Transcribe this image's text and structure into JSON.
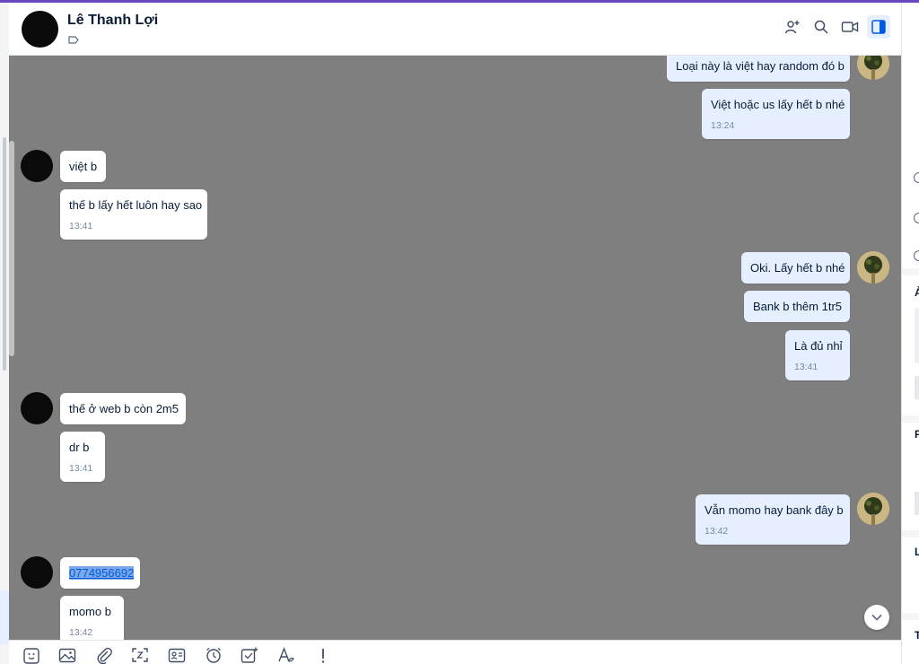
{
  "header": {
    "contact_name": "Lê Thanh Lợi",
    "tools": [
      "add-group-icon",
      "search-icon",
      "video-call-icon",
      "sidebar-toggle-icon"
    ]
  },
  "messages": [
    {
      "side": "mine",
      "text": "Loại này là việt hay random đó b"
    },
    {
      "side": "mine",
      "text": "Việt hoặc us lấy hết b nhé",
      "time": "13:24"
    },
    {
      "side": "theirs",
      "text": "việt b"
    },
    {
      "side": "theirs",
      "text": "thế b lấy hết luôn hay sao",
      "time": "13:41"
    },
    {
      "side": "mine",
      "text": "Oki. Lấy hết b nhé"
    },
    {
      "side": "mine",
      "text": "Bank b thêm 1tr5"
    },
    {
      "side": "mine",
      "text": "Là đủ nhỉ",
      "time": "13:41"
    },
    {
      "side": "theirs",
      "text": "thế ở web b còn 2m5"
    },
    {
      "side": "theirs",
      "text": "dr b",
      "time": "13:41"
    },
    {
      "side": "mine",
      "text": "Vẫn momo hay bank đây b",
      "time": "13:42"
    },
    {
      "side": "theirs",
      "text": "0774956692",
      "link": true
    },
    {
      "side": "theirs",
      "text": "momo b",
      "time": "13:42"
    }
  ],
  "toolbar": [
    "sticker-icon",
    "image-icon",
    "attachment-icon",
    "screenshot-icon",
    "contact-card-icon",
    "reminder-icon",
    "task-icon",
    "text-format-icon",
    "more-icon"
  ],
  "right_pane": {
    "letters": [
      "Ả",
      "F",
      "L",
      "T"
    ]
  }
}
